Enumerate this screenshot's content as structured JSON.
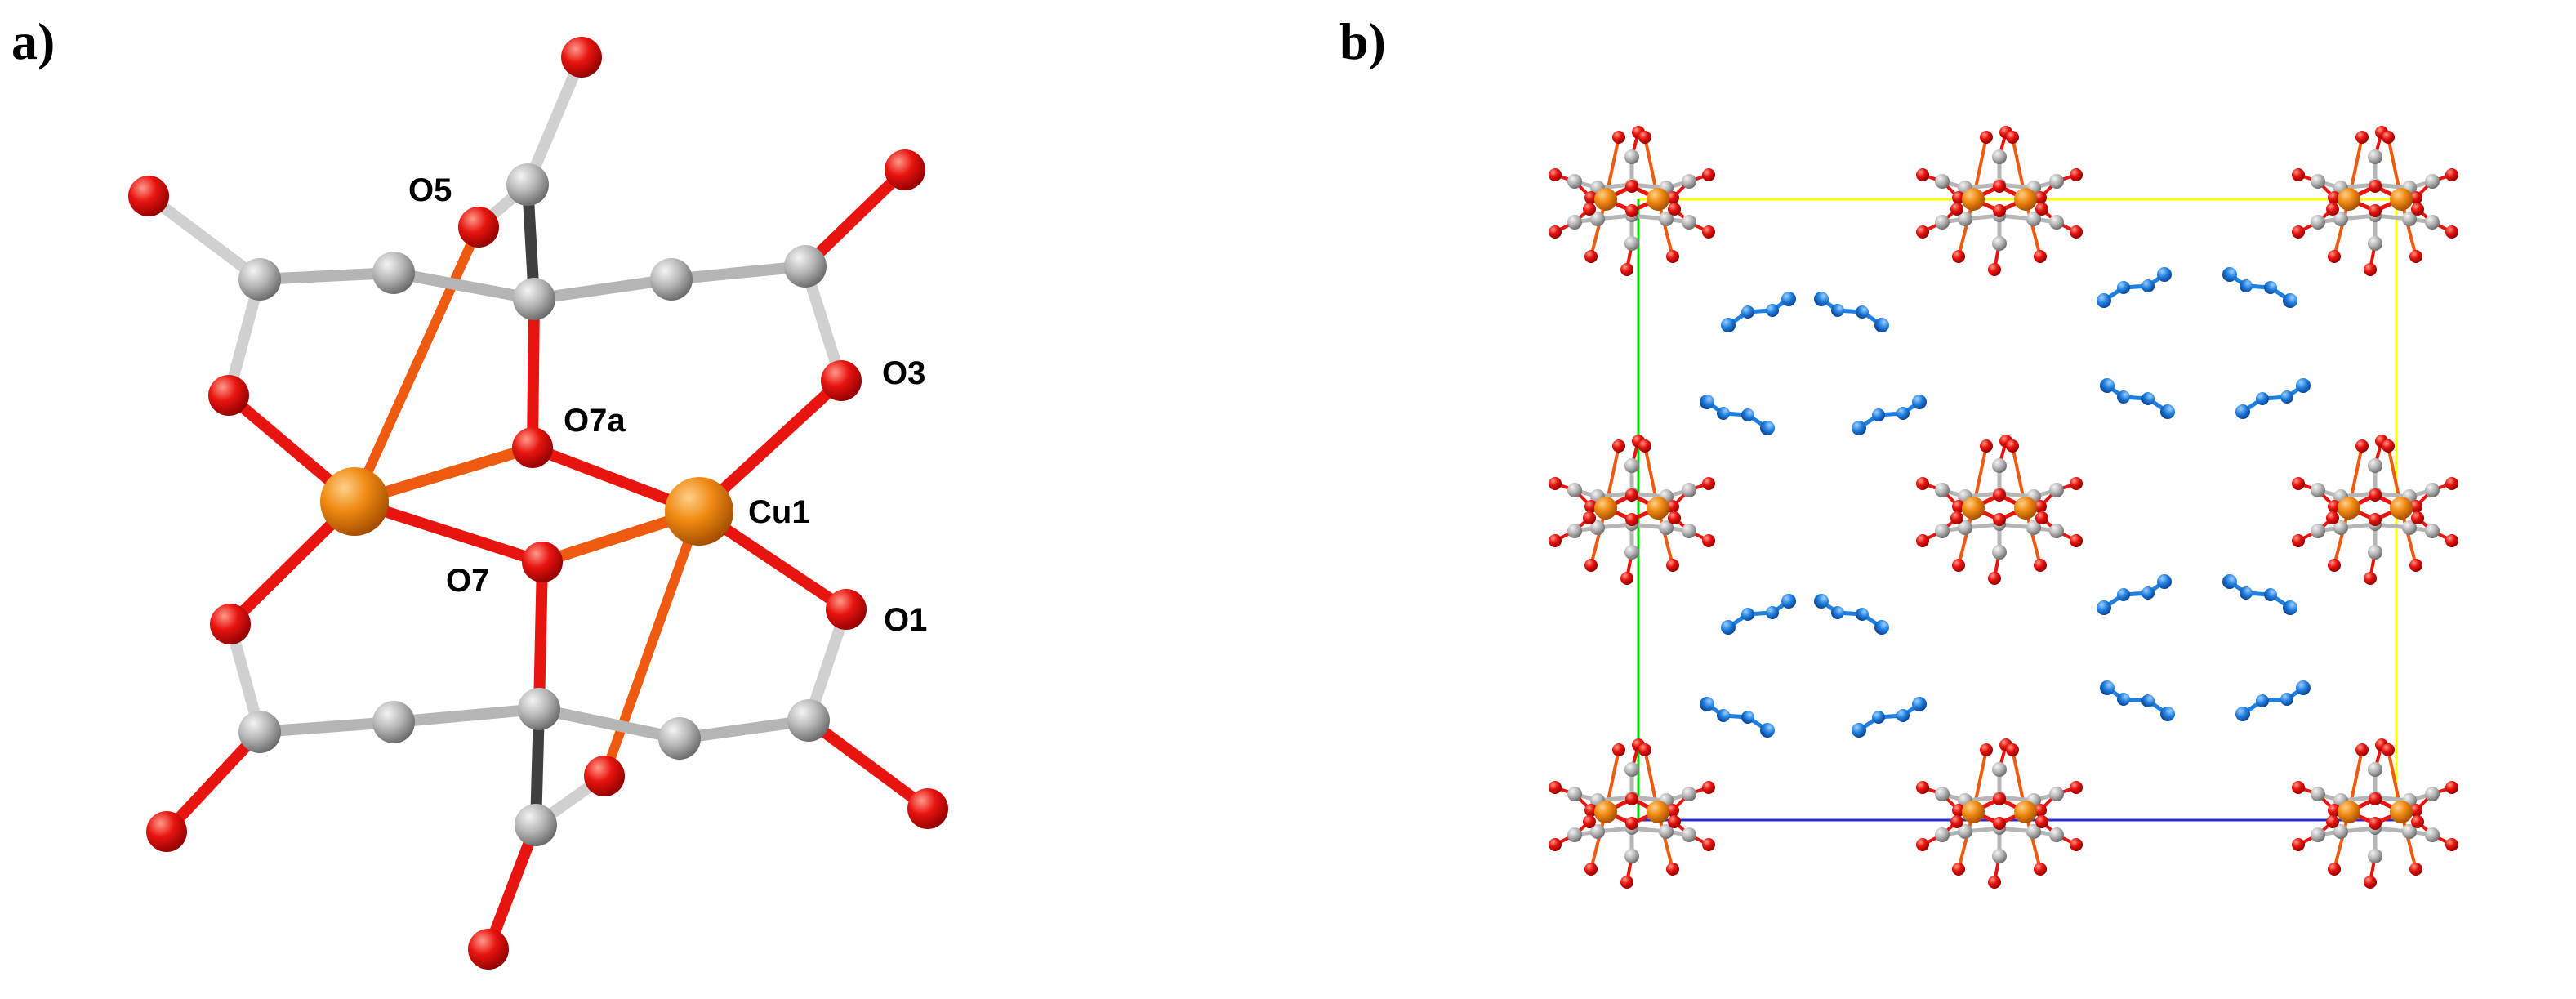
{
  "panels": [
    {
      "label": "a)"
    },
    {
      "label": "b)"
    }
  ],
  "atom_labels": {
    "o5": "O5",
    "o7a": "O7a",
    "o3": "O3",
    "cu1": "Cu1",
    "o7": "O7",
    "o1": "O1"
  },
  "colors": {
    "copper": "#f08a12",
    "oxygen": "#e8140f",
    "carbon": "#a9a9a9",
    "cu_o_bond": "#ee5a10",
    "c_o_bond": "#d0d0d0",
    "nitrogen_molecule": "#1f7fe0",
    "cell_axis_a": "#ffff00",
    "cell_axis_b": "#00dd00",
    "cell_axis_c": "#2a2ad0"
  }
}
